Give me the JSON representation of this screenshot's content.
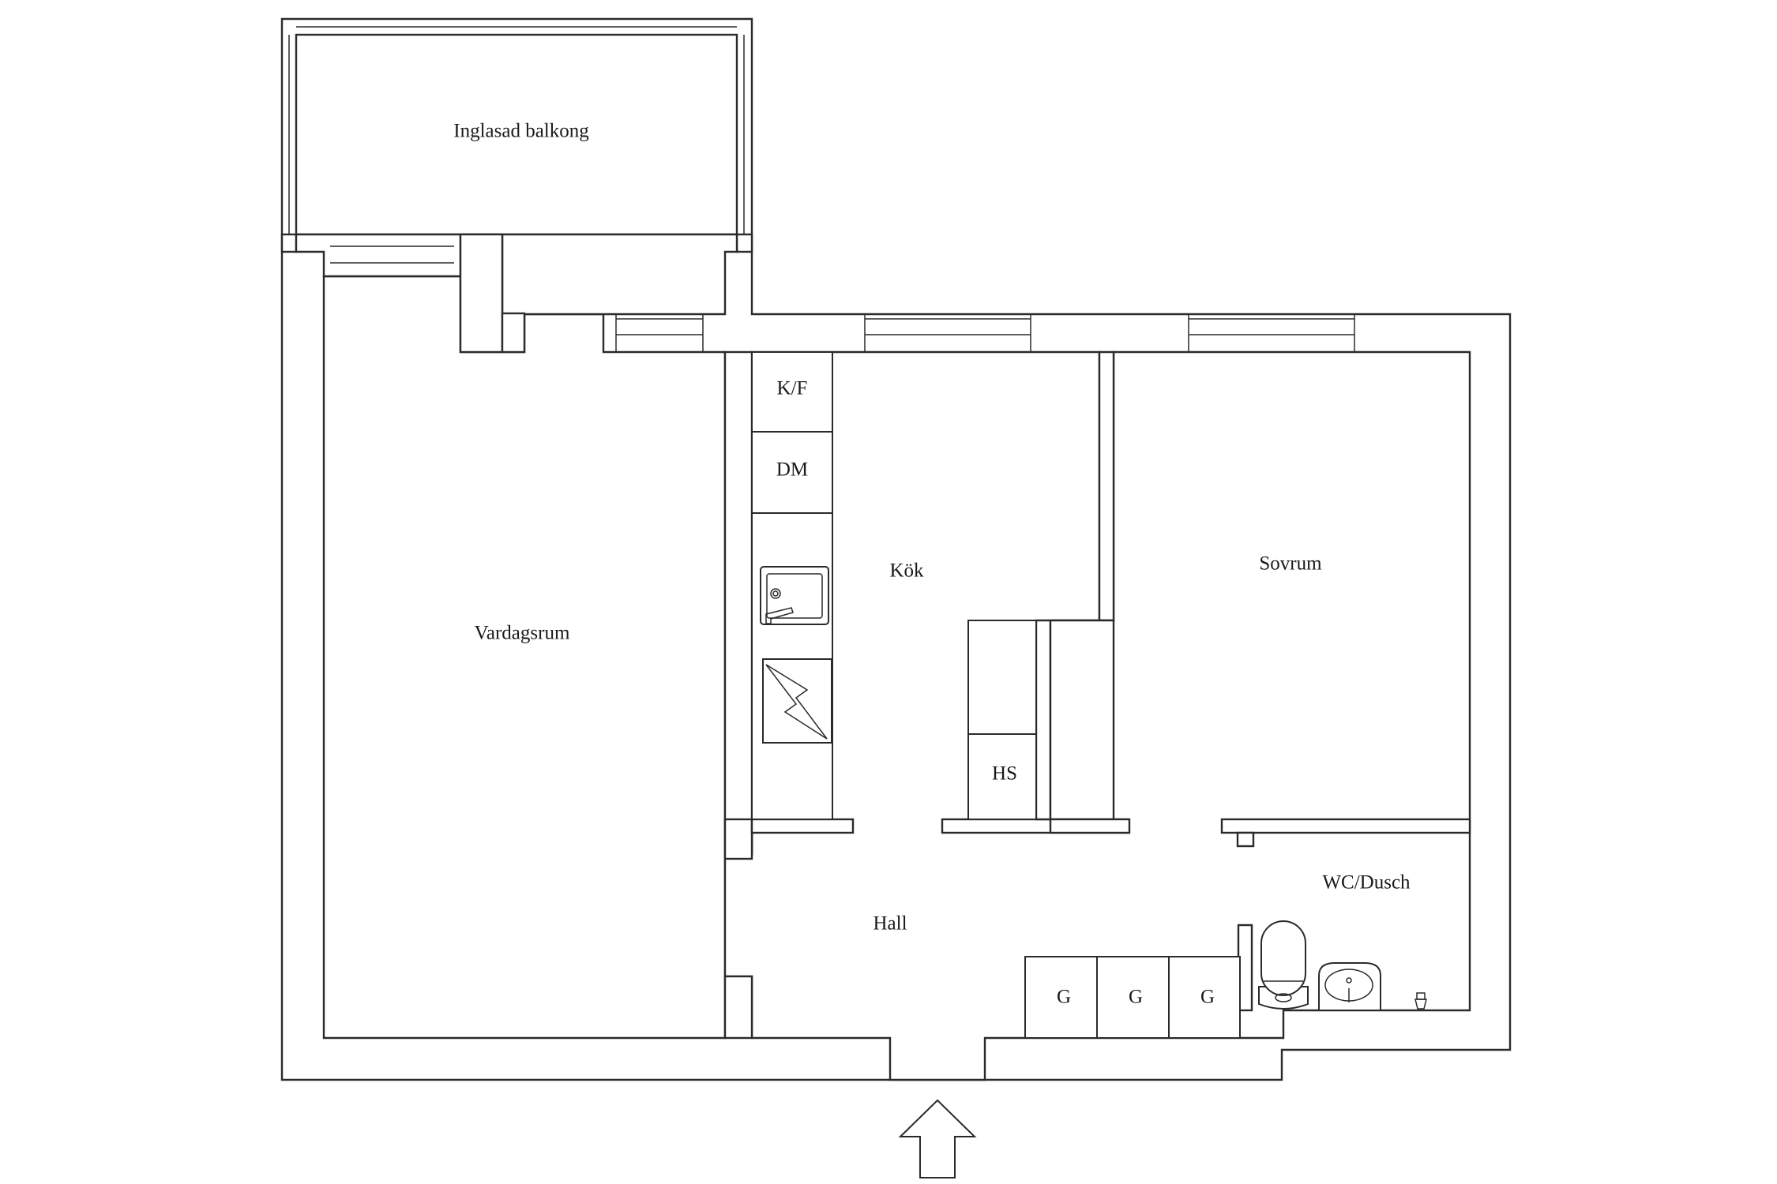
{
  "rooms": {
    "balcony": "Inglasad balkong",
    "living": "Vardagsrum",
    "kitchen": "Kök",
    "bedroom": "Sovrum",
    "hall": "Hall",
    "bathroom": "WC/Dusch"
  },
  "fixtures": {
    "fridge_freezer": "K/F",
    "dishwasher": "DM",
    "wardrobe": "HS",
    "closet_1": "G",
    "closet_2": "G",
    "closet_3": "G"
  },
  "icons": {
    "entrance": "arrow-up-icon",
    "sink": "sink-icon",
    "stove": "stove-icon",
    "toilet": "toilet-icon",
    "washbasin": "washbasin-icon",
    "drain": "drain-icon"
  },
  "colors": {
    "line": "#2a2a2a",
    "background": "#ffffff"
  }
}
